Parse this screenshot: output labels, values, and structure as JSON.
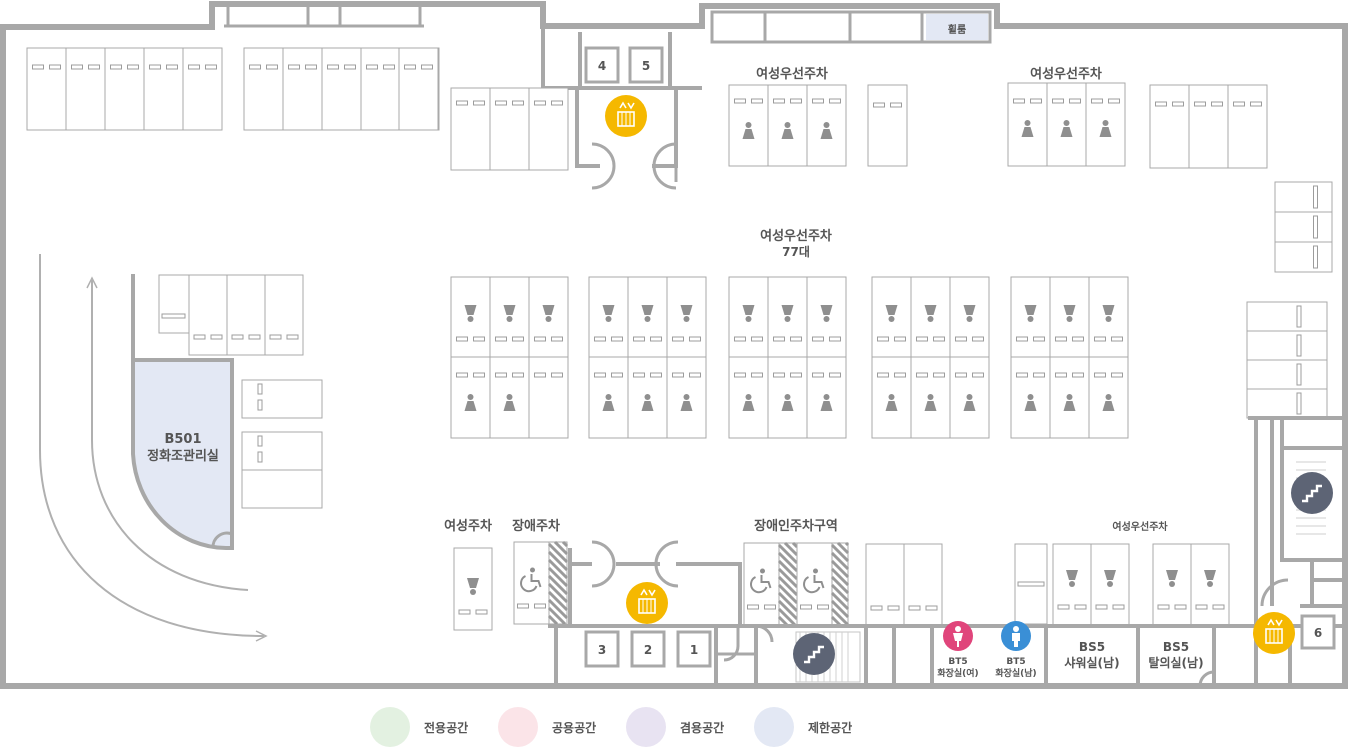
{
  "rooms": {
    "b501_code": "B501",
    "b501_name": "정화조관리실",
    "bt5_female_code": "BT5",
    "bt5_female_name": "화장실(여)",
    "bt5_male_code": "BT5",
    "bt5_male_name": "화장실(남)",
    "bs5_shower_code": "BS5",
    "bs5_shower_name": "샤워실(남)",
    "bs5_changing_code": "BS5",
    "bs5_changing_name": "탈의실(남)",
    "lounge": "휠룸"
  },
  "zones": {
    "women_top_left": "여성우선주차",
    "women_top_right": "여성우선주차",
    "women_center": "여성우선주차",
    "women_center_count": "77대",
    "women_parking": "여성주차",
    "disabled_parking": "장애주차",
    "disabled_zone": "장애인주차구역",
    "women_bottom_right": "여성우선주차"
  },
  "elevators": [
    "1",
    "2",
    "3",
    "4",
    "5",
    "6"
  ],
  "legend": [
    {
      "label": "전용공간",
      "color": "#e3f1e1"
    },
    {
      "label": "공용공간",
      "color": "#fbe4e8"
    },
    {
      "label": "겸용공간",
      "color": "#e8e3f2"
    },
    {
      "label": "제한공간",
      "color": "#e3e8f4"
    }
  ],
  "colors": {
    "wall": "#a8a8a8",
    "restricted_fill": "#e3e8f4",
    "elevator_icon": "#f5b800",
    "stair_icon": "#5d6475",
    "female_icon": "#e0457b",
    "male_icon": "#3a8fd6",
    "person_icon": "#8f8f8f"
  },
  "icons": [
    "elevator-icon",
    "stairs-icon",
    "female-restroom-icon",
    "male-restroom-icon",
    "woman-parking-icon",
    "disabled-parking-icon",
    "arrow-icon"
  ]
}
